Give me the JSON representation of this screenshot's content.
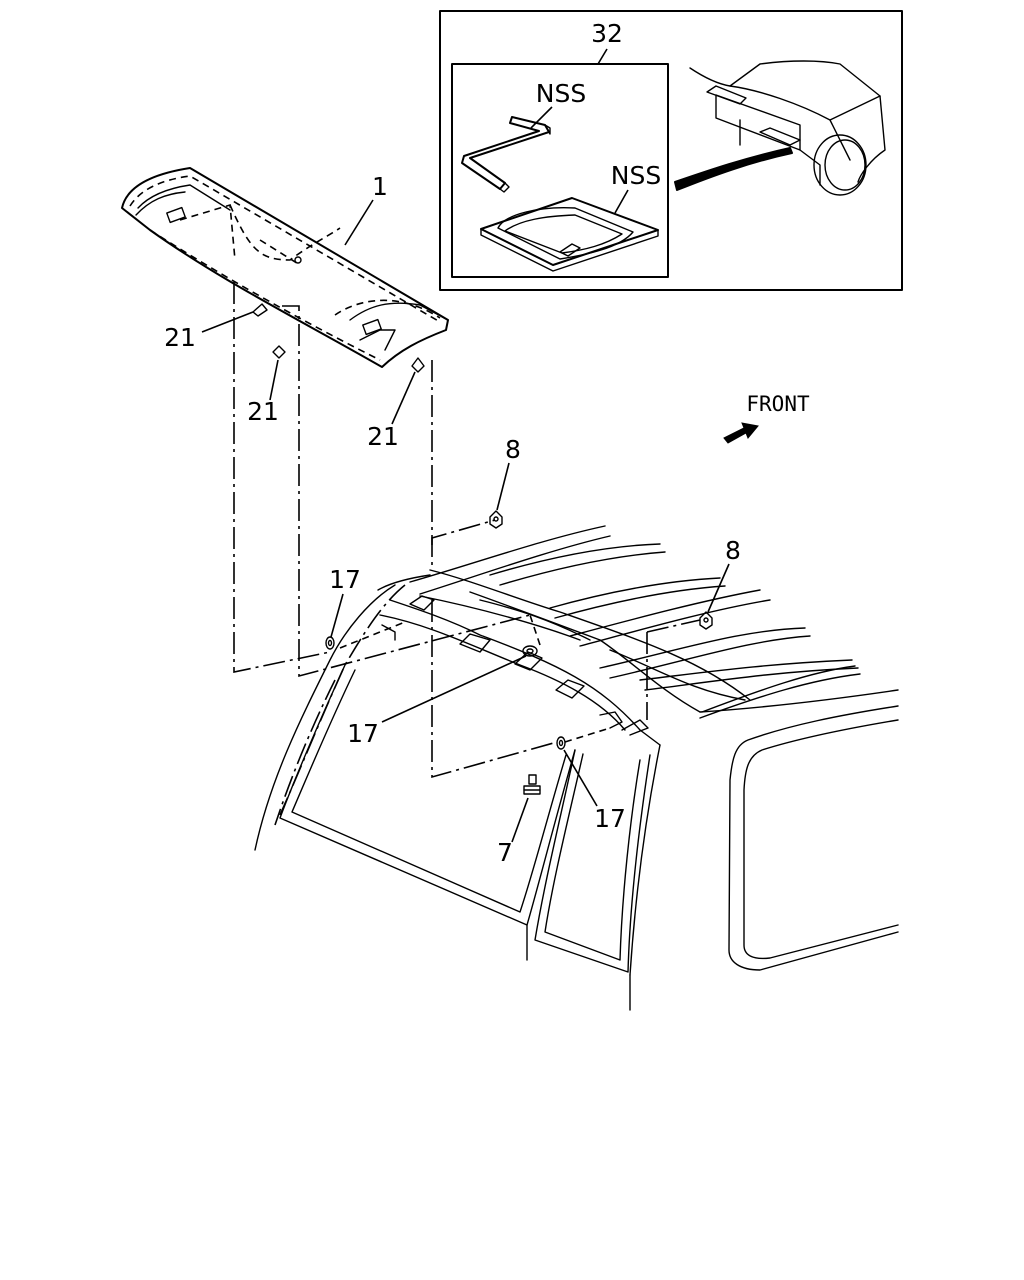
{
  "diagram": {
    "inset": {
      "part_number": "32",
      "tool_label": "NSS",
      "pouch_label": "NSS"
    },
    "callouts": {
      "headliner": "1",
      "clip_left": "21",
      "clip_mid": "21",
      "clip_right": "21",
      "nut_top": "8",
      "nut_right": "8",
      "grommet_left": "17",
      "grommet_center": "17",
      "grommet_right": "17",
      "screw": "7"
    },
    "direction_label": "FRONT"
  }
}
